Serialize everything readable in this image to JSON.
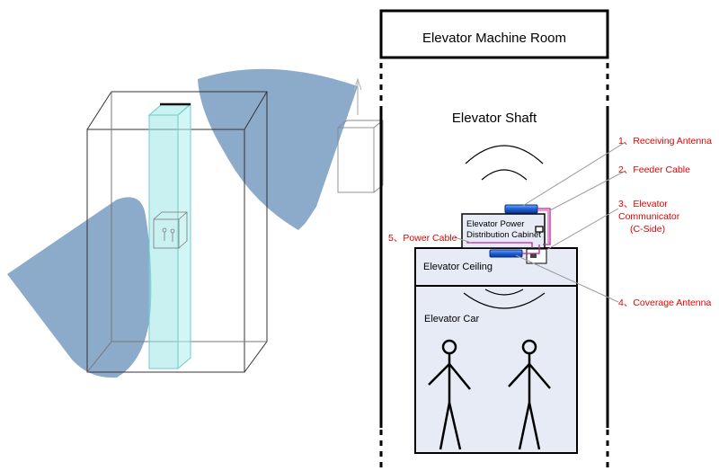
{
  "right_panel": {
    "machine_room": "Elevator Machine Room",
    "shaft": "Elevator Shaft",
    "power_cabinet_line1": "Elevator Power",
    "power_cabinet_line2": "Distribution Cabinet",
    "ceiling": "Elevator Ceiling",
    "car": "Elevator Car"
  },
  "callouts": {
    "receiving_antenna": "1、Receiving Antenna",
    "feeder_cable": "2、Feeder Cable",
    "communicator_line1": "3、Elevator",
    "communicator_line2": "Communicator",
    "communicator_line3": "(C-Side)",
    "power_cable": "5、Power Cable",
    "coverage_antenna": "4、Coverage Antenna"
  },
  "colors": {
    "callout_red": "#e60000",
    "coverage_blue": "#5b86b4",
    "shaft_fill": "#e6ebf5",
    "antenna_blue": "#1f5fd6",
    "glass_cyan": "#9fe6e6"
  }
}
